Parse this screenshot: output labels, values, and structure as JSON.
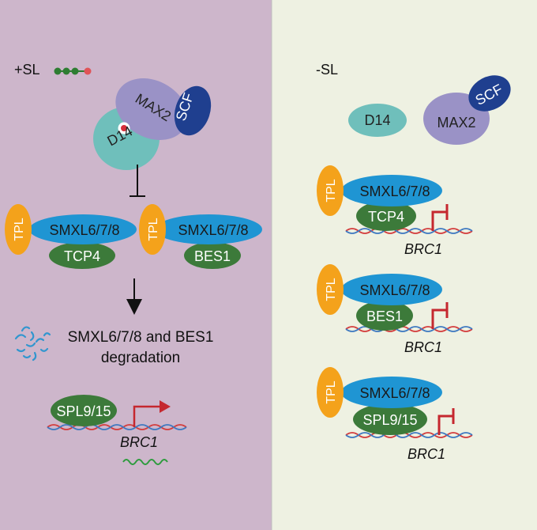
{
  "left_panel": {
    "header": "+SL",
    "receptor_complex": {
      "scf": "SCF",
      "max2": "MAX2",
      "d14": "D14"
    },
    "complex_a": {
      "tpl": "TPL",
      "smxl": "SMXL6/7/8",
      "tf": "TCP4"
    },
    "complex_b": {
      "tpl": "TPL",
      "smxl": "SMXL6/7/8",
      "tf": "BES1"
    },
    "degradation_line1": "SMXL6/7/8 and BES1",
    "degradation_line2": "degradation",
    "activator": "SPL9/15",
    "gene": "BRC1"
  },
  "right_panel": {
    "header": "-SL",
    "d14": "D14",
    "max2": "MAX2",
    "scf": "SCF",
    "complexes": [
      {
        "tpl": "TPL",
        "smxl": "SMXL6/7/8",
        "tf": "TCP4",
        "gene": "BRC1"
      },
      {
        "tpl": "TPL",
        "smxl": "SMXL6/7/8",
        "tf": "BES1",
        "gene": "BRC1"
      },
      {
        "tpl": "TPL",
        "smxl": "SMXL6/7/8",
        "tf": "SPL9/15",
        "gene": "BRC1"
      }
    ]
  },
  "colors": {
    "left_bg": "#cdb6cb",
    "right_bg": "#eef1e2",
    "tpl": "#f4a21b",
    "smxl": "#1f95d3",
    "tf": "#3c7a3a",
    "max2": "#9a92c6",
    "d14": "#6fbfbb",
    "scf": "#1f3f8f",
    "dna_red": "#d33b3b",
    "dna_blue": "#3d78c0",
    "repress": "#c5282f"
  }
}
